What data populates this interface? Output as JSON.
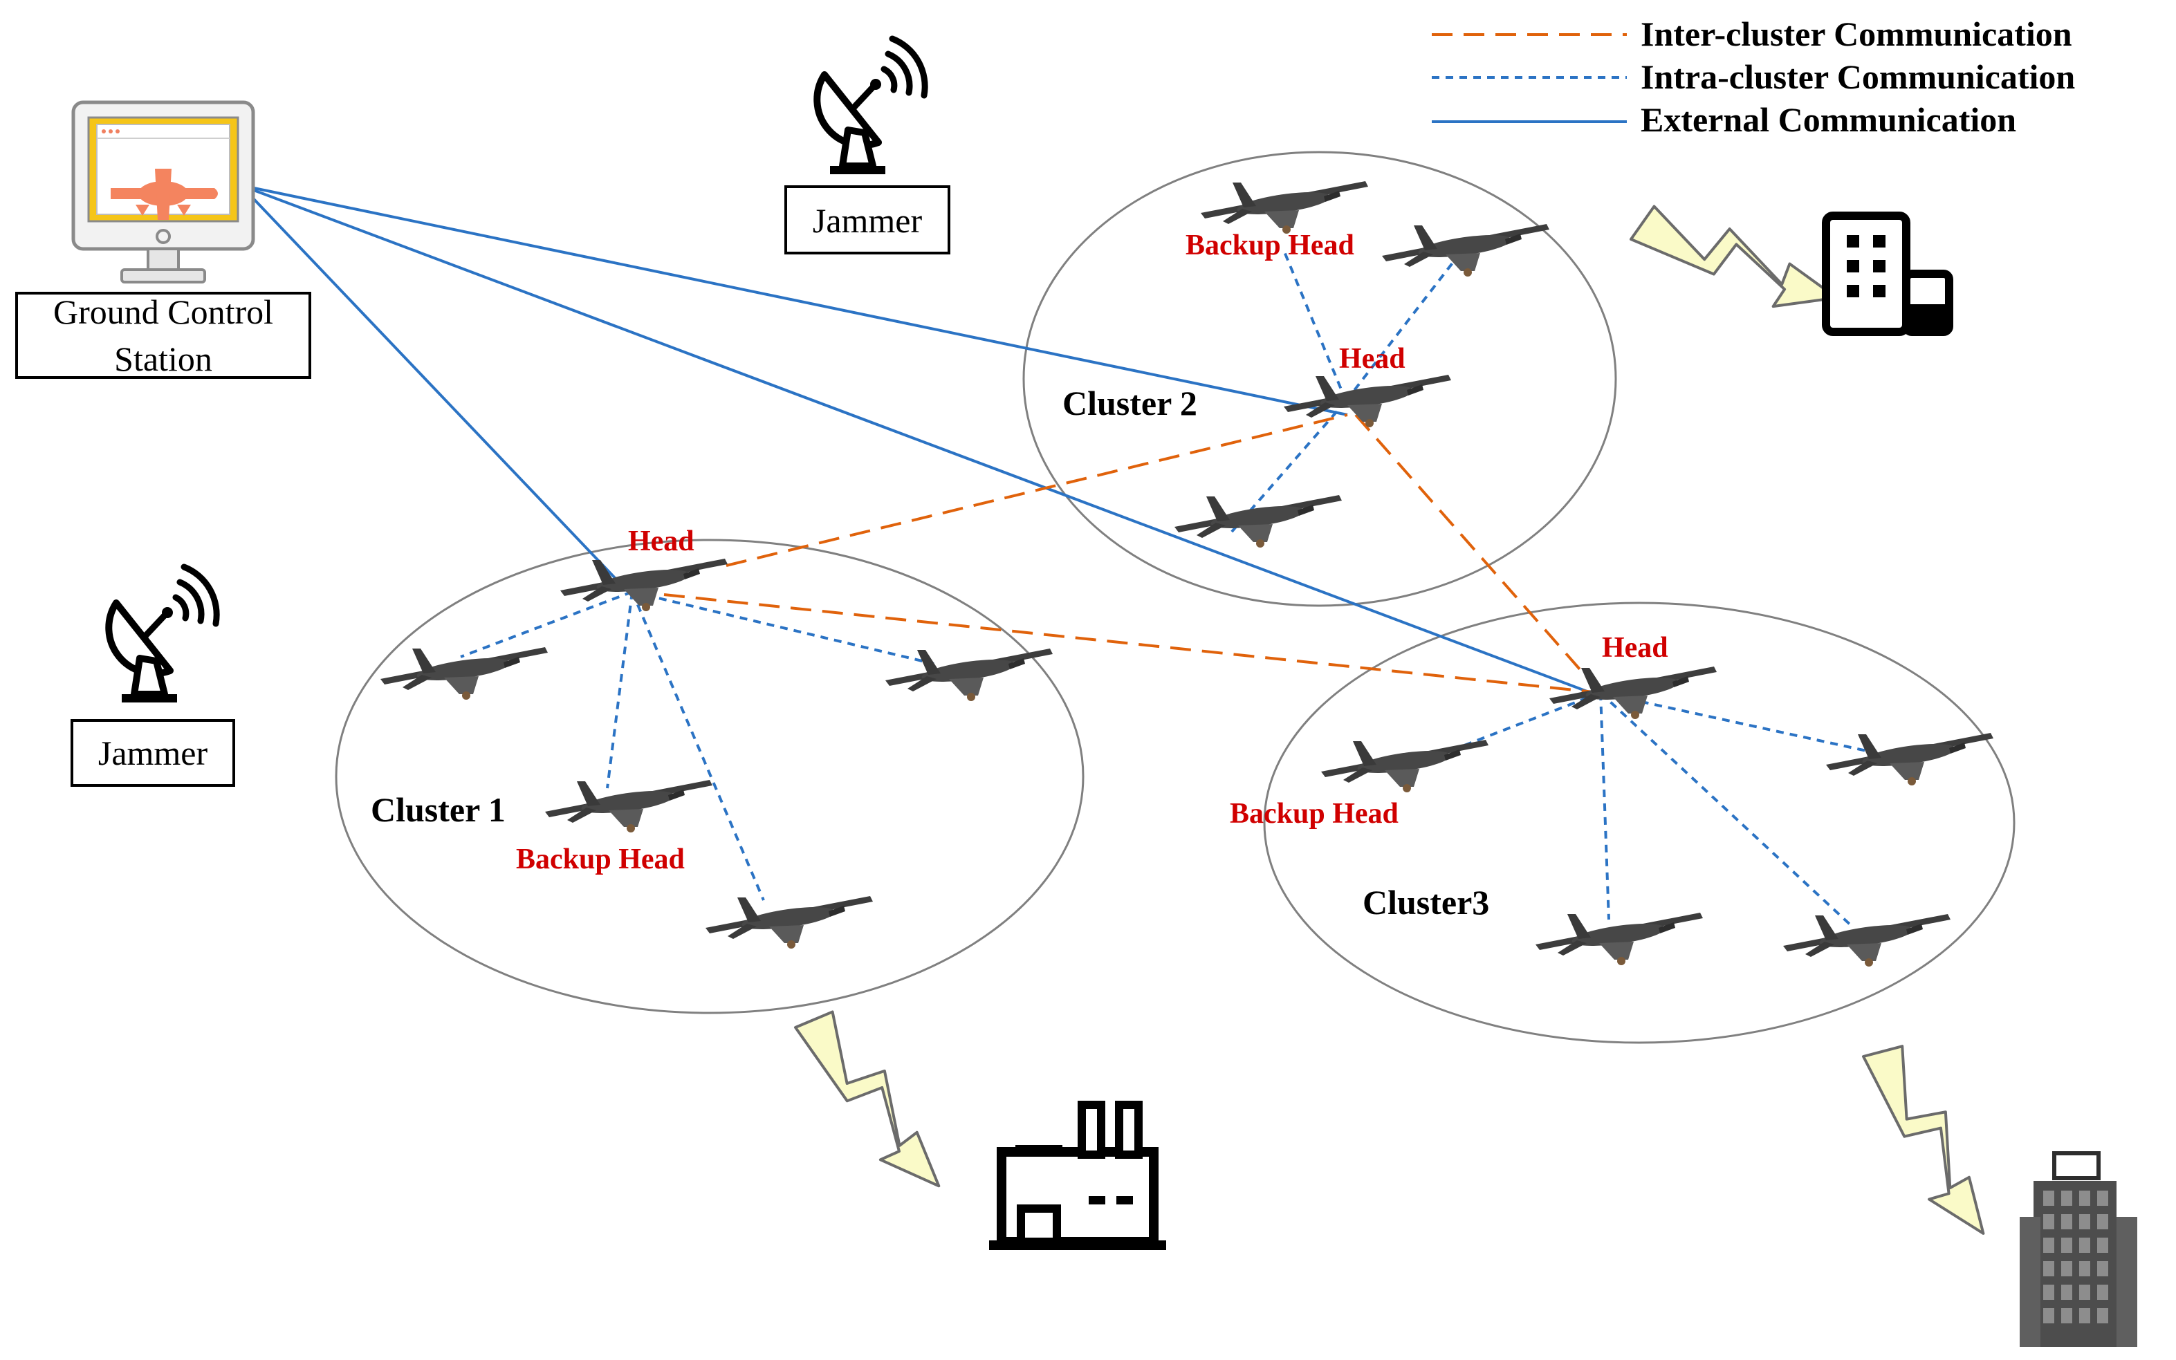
{
  "legend": {
    "inter": "Inter-cluster Communication",
    "intra": "Intra-cluster Communication",
    "external": "External Communication"
  },
  "ground_station": {
    "line1": "Ground Control",
    "line2": "Station"
  },
  "jammers": [
    "Jammer",
    "Jammer"
  ],
  "clusters": [
    "Cluster 1",
    "Cluster 2",
    "Cluster3"
  ],
  "roles": {
    "head": "Head",
    "backup": "Backup Head"
  },
  "colors": {
    "inter": "#e0620b",
    "intra": "#2b73c4",
    "external": "#2b73c4",
    "role_label": "#d00000",
    "lightning": "#fafac8"
  },
  "icons": {
    "drone": "uav-icon",
    "jammer": "satellite-dish-icon",
    "station": "monitor-plane-icon",
    "office": "office-building-icon",
    "factory": "factory-icon",
    "tower": "tower-building-icon",
    "signal": "lightning-signal-icon"
  }
}
